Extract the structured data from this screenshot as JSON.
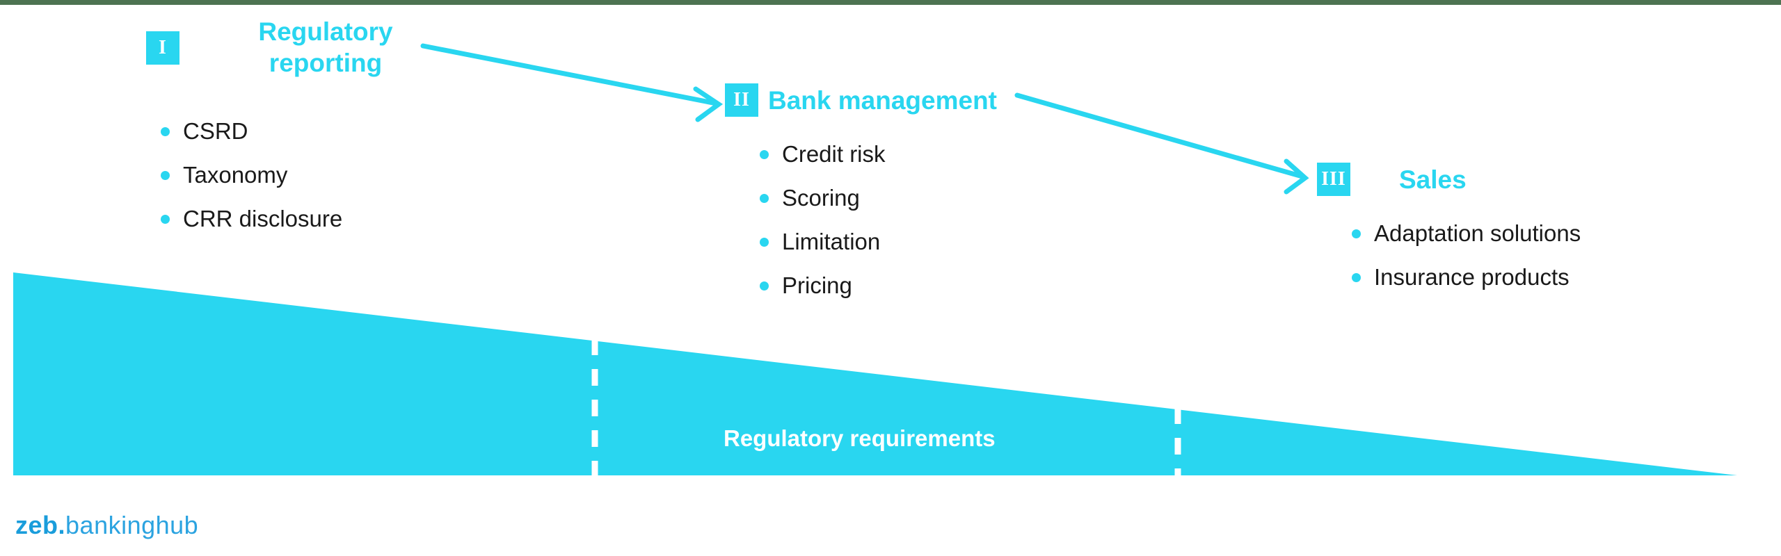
{
  "theme": {
    "accent": "#29d6f0",
    "top_bar": "#4d7352",
    "text": "#1a1a1a",
    "logo_blue": "#1a9ddb"
  },
  "stages": [
    {
      "numeral": "I",
      "title": "Regulatory\nreporting",
      "bullets": [
        "CSRD",
        "Taxonomy",
        "CRR disclosure"
      ]
    },
    {
      "numeral": "II",
      "title": "Bank management",
      "bullets": [
        "Credit risk",
        "Scoring",
        "Limitation",
        "Pricing"
      ]
    },
    {
      "numeral": "III",
      "title": "Sales",
      "bullets": [
        "Adaptation solutions",
        "Insurance products"
      ]
    }
  ],
  "wedge": {
    "label": "Regulatory requirements"
  },
  "logo": {
    "bold": "zeb",
    "dot": ".",
    "rest": "bankinghub"
  }
}
